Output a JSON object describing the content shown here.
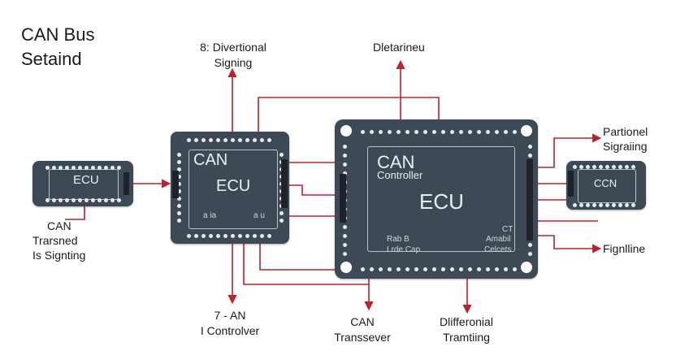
{
  "title": {
    "line1": "CAN Bus",
    "line2": "Setaind"
  },
  "labels": {
    "top_left_1": "8: Divertional",
    "top_left_2": "Signing",
    "top_right": "Dletarineu",
    "right_top_1": "Partionel",
    "right_top_2": "Sigraiing",
    "right_bottom": "Fignlline",
    "left_bottom_1": "CAN",
    "left_bottom_2": "Trarsned",
    "left_bottom_3": "Is Signting",
    "bottom_left_1": "7 - AN",
    "bottom_left_2": "I Controlver",
    "bottom_mid_1": "CAN",
    "bottom_mid_2": "Transsever",
    "bottom_right_1": "Dlifferonial",
    "bottom_right_2": "Tramtiing"
  },
  "boards": {
    "small_left": {
      "text": "ECU"
    },
    "medium": {
      "heading": "CAN",
      "text": "ECU",
      "note_left": "a ia",
      "note_right": "a u"
    },
    "large": {
      "heading": "CAN",
      "subheading": "Controller",
      "text": "ECU",
      "note_left_1": "Rab B",
      "note_left_2": "Lrde Cap",
      "note_right_1": "CT",
      "note_right_2": "Amabil",
      "note_right_3": "Celcets"
    },
    "small_right": {
      "text": "CCN"
    }
  },
  "colors": {
    "board": "#3d4a56",
    "wire": "#c0202a"
  }
}
